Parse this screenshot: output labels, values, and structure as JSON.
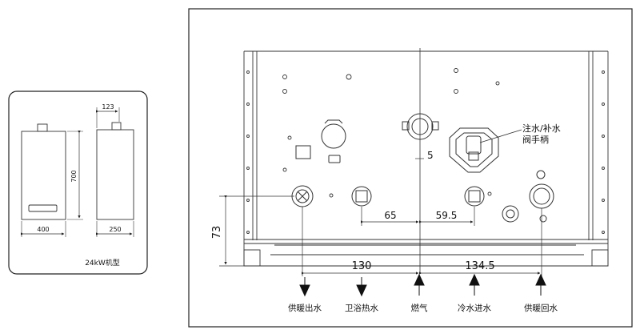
{
  "left_panel": {
    "dim_top": "123",
    "dim_height": "700",
    "dim_width_front": "400",
    "dim_width_side": "250",
    "model_label": "24kW机型"
  },
  "main_panel": {
    "valve_label_line1": "注水/补水",
    "valve_label_line2": "阀手柄",
    "dim_small": "5",
    "dim_65": "65",
    "dim_59_5": "59.5",
    "dim_73": "73",
    "dim_130": "130",
    "dim_134_5": "134.5",
    "connections": [
      {
        "label": "供暖出水",
        "direction": "down"
      },
      {
        "label": "卫浴热水",
        "direction": "down"
      },
      {
        "label": "燃气",
        "direction": "up"
      },
      {
        "label": "冷水进水",
        "direction": "up"
      },
      {
        "label": "供暖回水",
        "direction": "up"
      }
    ]
  }
}
